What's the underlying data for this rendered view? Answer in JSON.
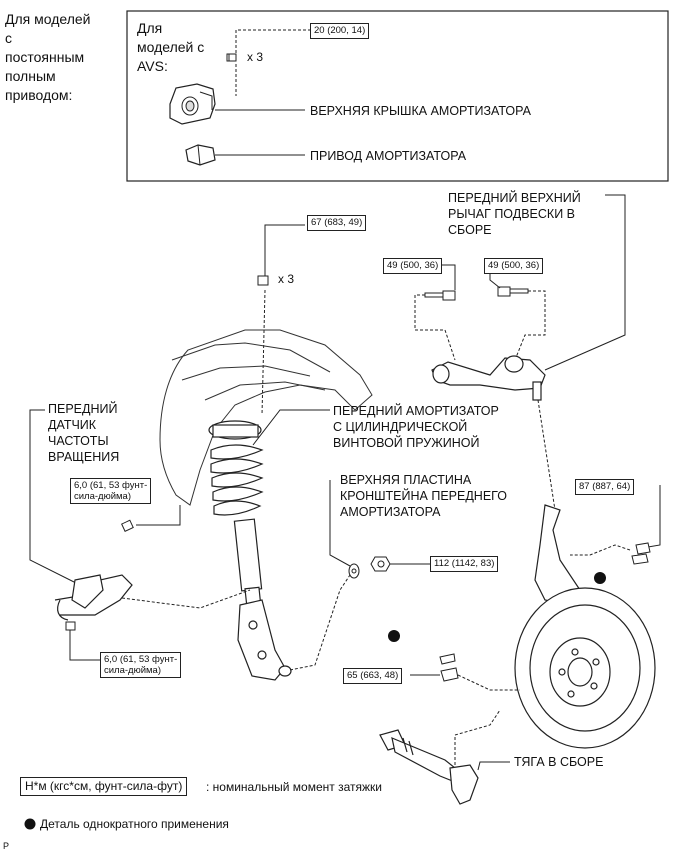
{
  "labels": {
    "fulltime_models": [
      "Для моделей",
      "с",
      "постоянным",
      "полным",
      "приводом:"
    ],
    "avs_models": [
      "Для",
      "моделей с",
      "AVS:"
    ],
    "upper_cover": "ВЕРХНЯЯ КРЫШКА АМОРТИЗАТОРА",
    "actuator": "ПРИВОД АМОРТИЗАТОРА",
    "upper_arm": [
      "ПЕРЕДНИЙ ВЕРХНИЙ",
      "РЫЧАГ ПОДВЕСКИ В",
      "СБОРЕ"
    ],
    "speed_sensor": [
      "ПЕРЕДНИЙ",
      "ДАТЧИК",
      "ЧАСТОТЫ",
      "ВРАЩЕНИЯ"
    ],
    "shock": [
      "ПЕРЕДНИЙ АМОРТИЗАТОР",
      "С ЦИЛИНДРИЧЕСКОЙ",
      "ВИНТОВОЙ ПРУЖИНОЙ"
    ],
    "bracket_plate": [
      "ВЕРХНЯЯ ПЛАСТИНА",
      "КРОНШТЕЙНА ПЕРЕДНЕГО",
      "АМОРТИЗАТОРА"
    ],
    "tie_rod": "ТЯГА В СБОРЕ"
  },
  "torques": {
    "avs_cover": "20 (200, 14)",
    "upper_support": "67 (683, 49)",
    "arm_bolt_left": "49 (500, 36)",
    "arm_bolt_right": "49 (500, 36)",
    "sensor_upper": [
      "6,0 (61, 53 фунт-",
      "сила-дюйма)"
    ],
    "sensor_lower": [
      "6,0 (61, 53 фунт-",
      "сила-дюйма)"
    ],
    "lower_nut": "112 (1142, 83)",
    "ball_joint_nut": "87 (887, 64)",
    "tie_rod_nut": "65 (663, 48)"
  },
  "multipliers": {
    "avs_x3": "x 3",
    "support_x3": "x 3"
  },
  "legend": {
    "torque_unit": "Н*м (кгс*см, фунт-сила-фут)",
    "torque_desc": ": номинальный момент затяжки",
    "single_use": "Деталь однократного применения",
    "corner_mark": "P"
  }
}
